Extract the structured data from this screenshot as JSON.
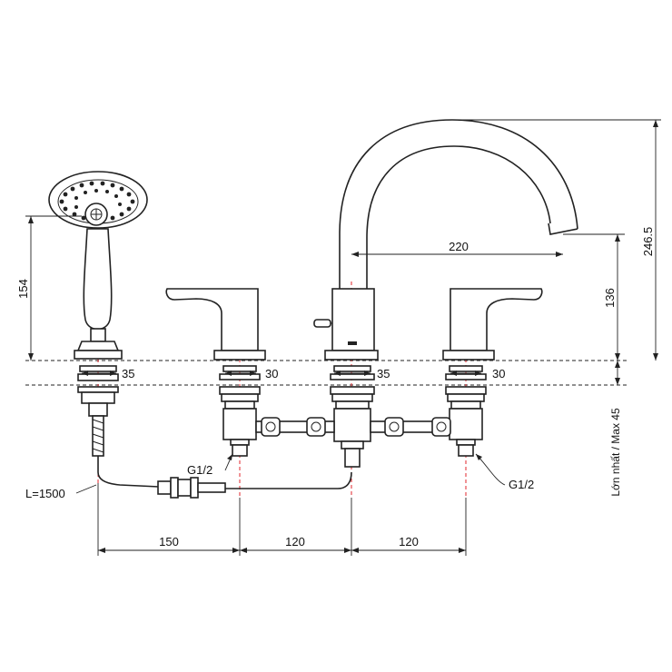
{
  "dimensions": {
    "total_height": "246.5",
    "shower_height": "154",
    "spout_height": "136",
    "spout_reach": "220",
    "shower_dia": "35",
    "left_dia": "30",
    "center_dia": "35",
    "right_dia": "30",
    "spacing_1": "150",
    "spacing_2": "120",
    "spacing_3": "120",
    "hose_length": "L=1500",
    "thread_left": "G1/2",
    "thread_right": "G1/2",
    "deck_thickness": "Lớn nhất / Max 45"
  }
}
